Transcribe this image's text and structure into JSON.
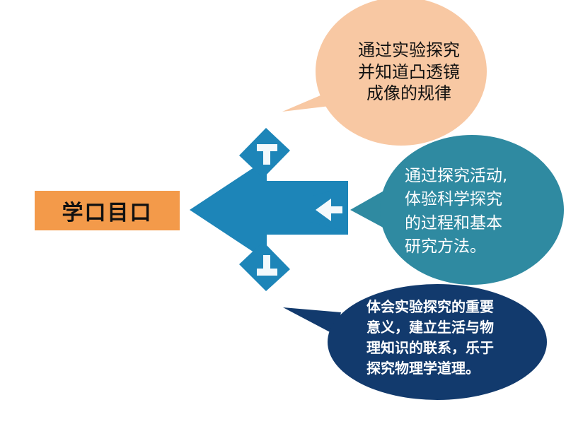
{
  "label": {
    "text": "学口目口",
    "color": "#f39a4a"
  },
  "arrows": {
    "color": "#1d85b8"
  },
  "bubbles": [
    {
      "lines": [
        "通过实验探究",
        "并知道凸透镜",
        "成像的规律"
      ],
      "color": "#f8c8a3"
    },
    {
      "lines": [
        "通过探究活动,",
        "体验科学探究",
        "的过程和基本",
        "研究方法。"
      ],
      "color": "#2f8aa1"
    },
    {
      "lines": [
        "体会实验探究的重要",
        "意义，建立生活与物",
        "理知识的联系，乐于",
        "探究物理学道理。"
      ],
      "color": "#123a6d"
    }
  ]
}
